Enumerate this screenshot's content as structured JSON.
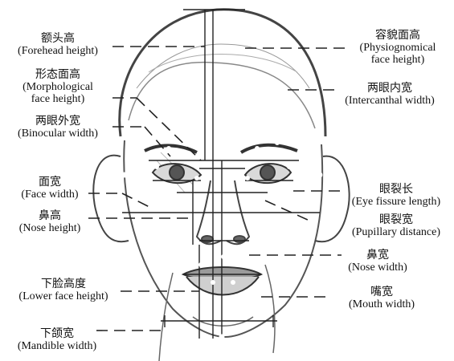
{
  "labels": {
    "forehead_height": {
      "zh": "额头高",
      "en": "(Forehead height)"
    },
    "morphological_face_height": {
      "zh": "形态面高",
      "en1": "(Morphological",
      "en2": "face height)"
    },
    "binocular_width": {
      "zh": "两眼外宽",
      "en": "(Binocular width)"
    },
    "face_width": {
      "zh": "面宽",
      "en": "(Face width)"
    },
    "nose_height": {
      "zh": "鼻高",
      "en": "(Nose height)"
    },
    "lower_face_height": {
      "zh": "下脸高度",
      "en": "(Lower face height)"
    },
    "mandible_width": {
      "zh": "下颌宽",
      "en": "(Mandible width)"
    },
    "physiognomical_face_height": {
      "zh": "容貌面高",
      "en1": "(Physiognomical",
      "en2": "face height)"
    },
    "intercanthal_width": {
      "zh": "两眼内宽",
      "en": "(Intercanthal width)"
    },
    "eye_fissure_length": {
      "zh": "眼裂长",
      "en": "(Eye fissure length)"
    },
    "pupillary_distance": {
      "zh": "眼裂宽",
      "en": "(Pupillary distance)"
    },
    "nose_width": {
      "zh": "鼻宽",
      "en": "(Nose width)"
    },
    "mouth_width": {
      "zh": "嘴宽",
      "en": "(Mouth width)"
    }
  },
  "colors": {
    "line": "#222222",
    "sketch": "#555555",
    "landmark": "#ffffff"
  }
}
